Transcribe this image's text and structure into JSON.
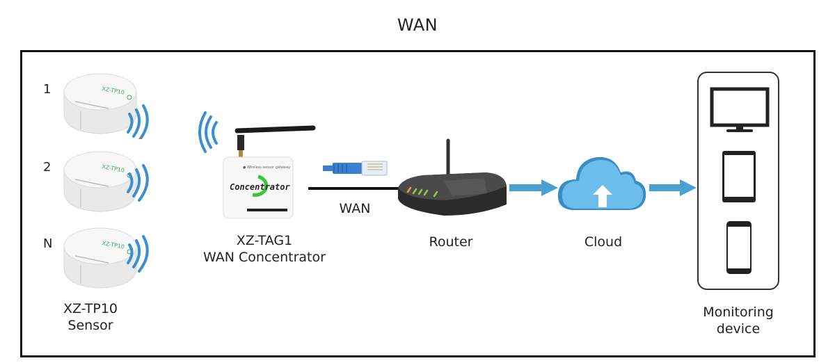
{
  "title": "WAN",
  "sensors": {
    "items": [
      {
        "index": "1",
        "model_mark": "XZ-TP10"
      },
      {
        "index": "2",
        "model_mark": "XZ-TP10"
      },
      {
        "index": "N",
        "model_mark": "XZ-TP10"
      }
    ],
    "label_line1": "XZ-TP10",
    "label_line2": "Sensor"
  },
  "concentrator": {
    "device_text": "Concentrator",
    "label_line1": "XZ-TAG1",
    "label_line2": "WAN Concentrator"
  },
  "link": {
    "label": "WAN"
  },
  "router": {
    "label": "Router"
  },
  "cloud": {
    "label": "Cloud"
  },
  "monitoring": {
    "devices": [
      "monitor",
      "tablet",
      "smartphone"
    ],
    "label_line1": "Monitoring",
    "label_line2": "device"
  },
  "colors": {
    "wave_blue": "#3a8fd0",
    "arrow_blue": "#4a9fd4",
    "cloud_blue": "#6cbcec",
    "ethernet_blue": "#3b7fd1",
    "logo_green": "#3cc43c",
    "frame_black": "#111111"
  }
}
